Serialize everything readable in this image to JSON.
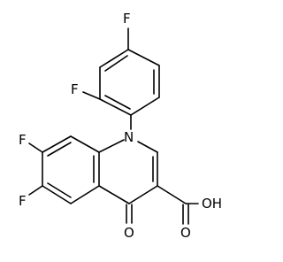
{
  "atoms": {
    "F1": "F",
    "F2": "F",
    "F3": "F",
    "F4": "F",
    "N": "N",
    "O": "O",
    "OH": "OH"
  }
}
